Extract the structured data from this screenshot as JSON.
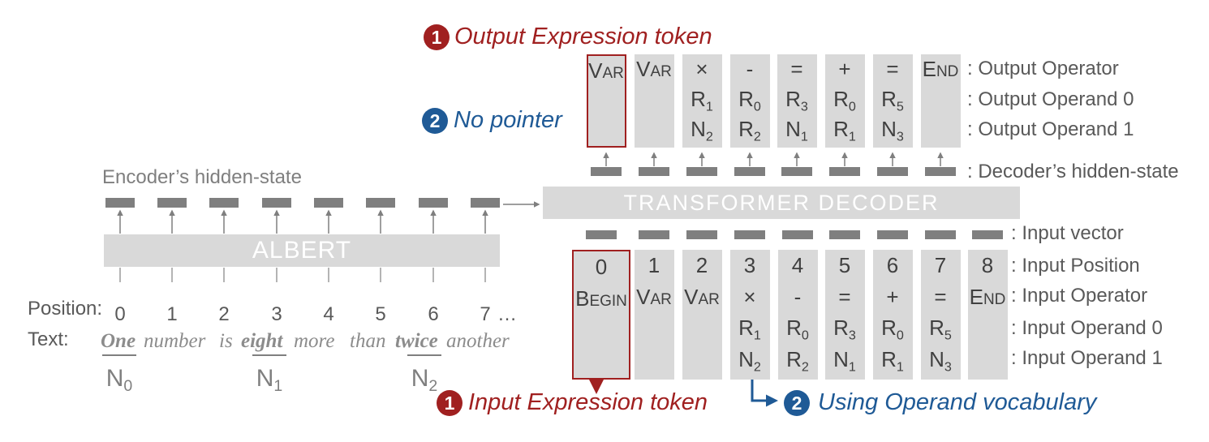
{
  "annotations": {
    "output_expression": {
      "badge": "1",
      "text": "Output Expression token"
    },
    "no_pointer": {
      "badge": "2",
      "text": "No pointer"
    },
    "input_expression": {
      "badge": "1",
      "text": "Input Expression token"
    },
    "operand_vocab": {
      "badge": "2",
      "text": "Using Operand vocabulary"
    }
  },
  "encoder": {
    "hidden_state_label": "Encoder’s hidden-state",
    "albert_label": "ALBERT",
    "position_label": "Position:",
    "positions": [
      "0",
      "1",
      "2",
      "3",
      "4",
      "5",
      "6",
      "7"
    ],
    "positions_ellipsis": "…",
    "text_label": "Text:",
    "words": [
      "One",
      "number",
      "is",
      "eight",
      "more",
      "than",
      "twice",
      "another"
    ],
    "number_labels": [
      {
        "base": "N",
        "sub": "0"
      },
      {
        "base": "N",
        "sub": "1"
      },
      {
        "base": "N",
        "sub": "2"
      }
    ]
  },
  "decoder": {
    "title": "TRANSFORMER DECODER",
    "output_rows": [
      ": Output Operator",
      ": Output Operand 0",
      ": Output Operand 1"
    ],
    "hidden_state_label": ": Decoder’s hidden-state",
    "input_rows": [
      ": Input vector",
      ": Input Position",
      ": Input Operator",
      ": Input Operand 0",
      ": Input Operand 1"
    ],
    "output_tokens": [
      {
        "op": "VAR",
        "a0": null,
        "a1": null
      },
      {
        "op": "VAR",
        "a0": null,
        "a1": null
      },
      {
        "op": "×",
        "a0": {
          "b": "R",
          "s": "1"
        },
        "a1": {
          "b": "N",
          "s": "2"
        }
      },
      {
        "op": "-",
        "a0": {
          "b": "R",
          "s": "0"
        },
        "a1": {
          "b": "R",
          "s": "2"
        }
      },
      {
        "op": "=",
        "a0": {
          "b": "R",
          "s": "3"
        },
        "a1": {
          "b": "N",
          "s": "1"
        }
      },
      {
        "op": "+",
        "a0": {
          "b": "R",
          "s": "0"
        },
        "a1": {
          "b": "R",
          "s": "1"
        }
      },
      {
        "op": "=",
        "a0": {
          "b": "R",
          "s": "5"
        },
        "a1": {
          "b": "N",
          "s": "3"
        }
      },
      {
        "op": "END",
        "a0": null,
        "a1": null
      }
    ],
    "input_tokens": [
      {
        "pos": "0",
        "op": "BEGIN",
        "a0": null,
        "a1": null
      },
      {
        "pos": "1",
        "op": "VAR",
        "a0": null,
        "a1": null
      },
      {
        "pos": "2",
        "op": "VAR",
        "a0": null,
        "a1": null
      },
      {
        "pos": "3",
        "op": "×",
        "a0": {
          "b": "R",
          "s": "1"
        },
        "a1": {
          "b": "N",
          "s": "2"
        }
      },
      {
        "pos": "4",
        "op": "-",
        "a0": {
          "b": "R",
          "s": "0"
        },
        "a1": {
          "b": "R",
          "s": "2"
        }
      },
      {
        "pos": "5",
        "op": "=",
        "a0": {
          "b": "R",
          "s": "3"
        },
        "a1": {
          "b": "N",
          "s": "1"
        }
      },
      {
        "pos": "6",
        "op": "+",
        "a0": {
          "b": "R",
          "s": "0"
        },
        "a1": {
          "b": "R",
          "s": "1"
        }
      },
      {
        "pos": "7",
        "op": "=",
        "a0": {
          "b": "R",
          "s": "5"
        },
        "a1": {
          "b": "N",
          "s": "3"
        }
      },
      {
        "pos": "8",
        "op": "END",
        "a0": null,
        "a1": null
      }
    ]
  },
  "colors": {
    "accent_red": "#a02020",
    "accent_blue": "#1f5a96",
    "box_gray": "#d9d9d9",
    "state_gray": "#7f7f7f"
  }
}
